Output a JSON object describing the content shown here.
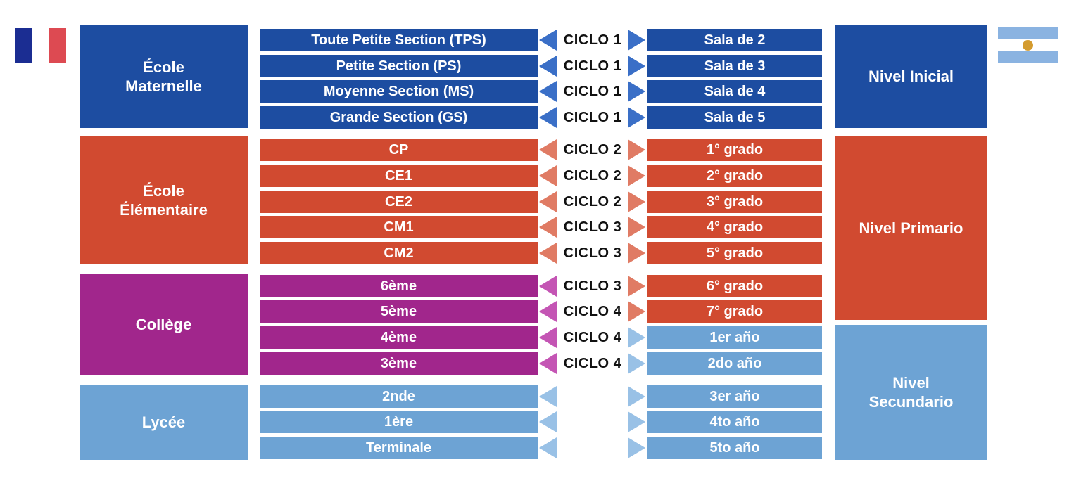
{
  "diagram": {
    "description": "Comparison of the French and Argentine school systems",
    "colors": {
      "dark_blue": "#1d4da1",
      "red": "#d14a30",
      "purple": "#a1268c",
      "light_blue": "#6da3d4",
      "arrow_blue": "#3a6fc7",
      "arrow_salmon": "#e07b64",
      "arrow_magenta": "#c455b4",
      "arrow_light_blue": "#99c1e6",
      "ciclo_text": "#111111",
      "bar_text": "#ffffff",
      "background": "#ffffff",
      "flag_france_blue": "#1b2d92",
      "flag_france_red": "#dd4a52",
      "flag_argentina_blue": "#8ab3e1",
      "flag_argentina_sun": "#d49b2e"
    },
    "flags": {
      "left": {
        "icon": "france-flag-icon"
      },
      "right": {
        "icon": "argentina-flag-icon"
      }
    },
    "french_levels": [
      {
        "label": "École Maternelle",
        "color": "#1d4da1"
      },
      {
        "label": "École Élémentaire",
        "color": "#d14a30"
      },
      {
        "label": "Collège",
        "color": "#a1268c"
      },
      {
        "label": "Lycée",
        "color": "#6da3d4"
      }
    ],
    "argentine_levels": [
      {
        "label": "Nivel Inicial",
        "color": "#1d4da1"
      },
      {
        "label": "Nivel Primario",
        "color": "#d14a30"
      },
      {
        "label": "Nivel Secundario",
        "color": "#6da3d4"
      }
    ],
    "rows": [
      {
        "french": "Toute Petite Section (TPS)",
        "ciclo": "CICLO 1",
        "argentine": "Sala de 2"
      },
      {
        "french": "Petite Section (PS)",
        "ciclo": "CICLO 1",
        "argentine": "Sala de 3"
      },
      {
        "french": "Moyenne Section (MS)",
        "ciclo": "CICLO 1",
        "argentine": "Sala de 4"
      },
      {
        "french": "Grande Section (GS)",
        "ciclo": "CICLO 1",
        "argentine": "Sala de 5"
      },
      {
        "french": "CP",
        "ciclo": "CICLO 2",
        "argentine": "1° grado"
      },
      {
        "french": "CE1",
        "ciclo": "CICLO 2",
        "argentine": "2° grado"
      },
      {
        "french": "CE2",
        "ciclo": "CICLO 2",
        "argentine": "3° grado"
      },
      {
        "french": "CM1",
        "ciclo": "CICLO 3",
        "argentine": "4° grado"
      },
      {
        "french": "CM2",
        "ciclo": "CICLO 3",
        "argentine": "5° grado"
      },
      {
        "french": "6ème",
        "ciclo": "CICLO 3",
        "argentine": "6° grado"
      },
      {
        "french": "5ème",
        "ciclo": "CICLO 4",
        "argentine": "7° grado"
      },
      {
        "french": "4ème",
        "ciclo": "CICLO 4",
        "argentine": "1er año"
      },
      {
        "french": "3ème",
        "ciclo": "CICLO 4",
        "argentine": "2do año"
      },
      {
        "french": "2nde",
        "ciclo": "",
        "argentine": "3er año"
      },
      {
        "french": "1ère",
        "ciclo": "",
        "argentine": "4to año"
      },
      {
        "french": "Terminale",
        "ciclo": "",
        "argentine": "5to año"
      }
    ]
  }
}
